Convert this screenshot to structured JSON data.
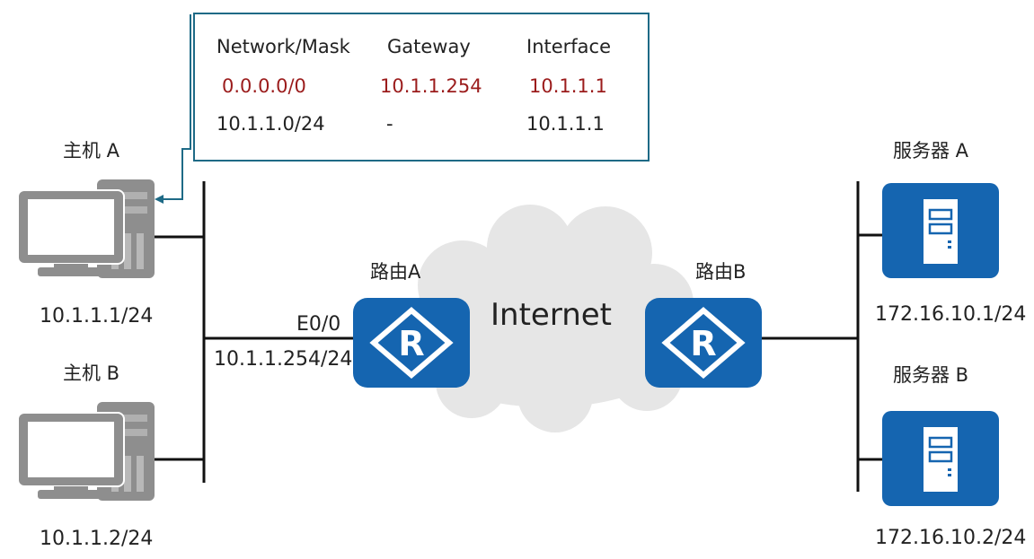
{
  "routing_table": {
    "headers": [
      "Network/Mask",
      "Gateway",
      "Interface"
    ],
    "rows": [
      {
        "network": "0.0.0.0/0",
        "gateway": "10.1.1.254",
        "interface": "10.1.1.1",
        "highlight": true
      },
      {
        "network": "10.1.1.0/24",
        "gateway": "-",
        "interface": "10.1.1.1",
        "highlight": false
      }
    ]
  },
  "hosts": [
    {
      "name": "主机 A",
      "ip": "10.1.1.1/24"
    },
    {
      "name": "主机 B",
      "ip": "10.1.1.2/24"
    }
  ],
  "routers": [
    {
      "name": "路由A",
      "interface": "E0/0",
      "ip": "10.1.1.254/24"
    },
    {
      "name": "路由B"
    }
  ],
  "cloud_label": "Internet",
  "servers": [
    {
      "name": "服务器 A",
      "ip": "172.16.10.1/24"
    },
    {
      "name": "服务器 B",
      "ip": "172.16.10.2/24"
    }
  ],
  "colors": {
    "box_border": "#1e6a86",
    "highlight_text": "#9b1c1c",
    "device_blue": "#1565b0",
    "computer_gray": "#8e8e8e",
    "cloud": "#e6e6e6"
  },
  "icons": [
    "computer-icon",
    "router-icon",
    "server-icon",
    "cloud-icon"
  ]
}
